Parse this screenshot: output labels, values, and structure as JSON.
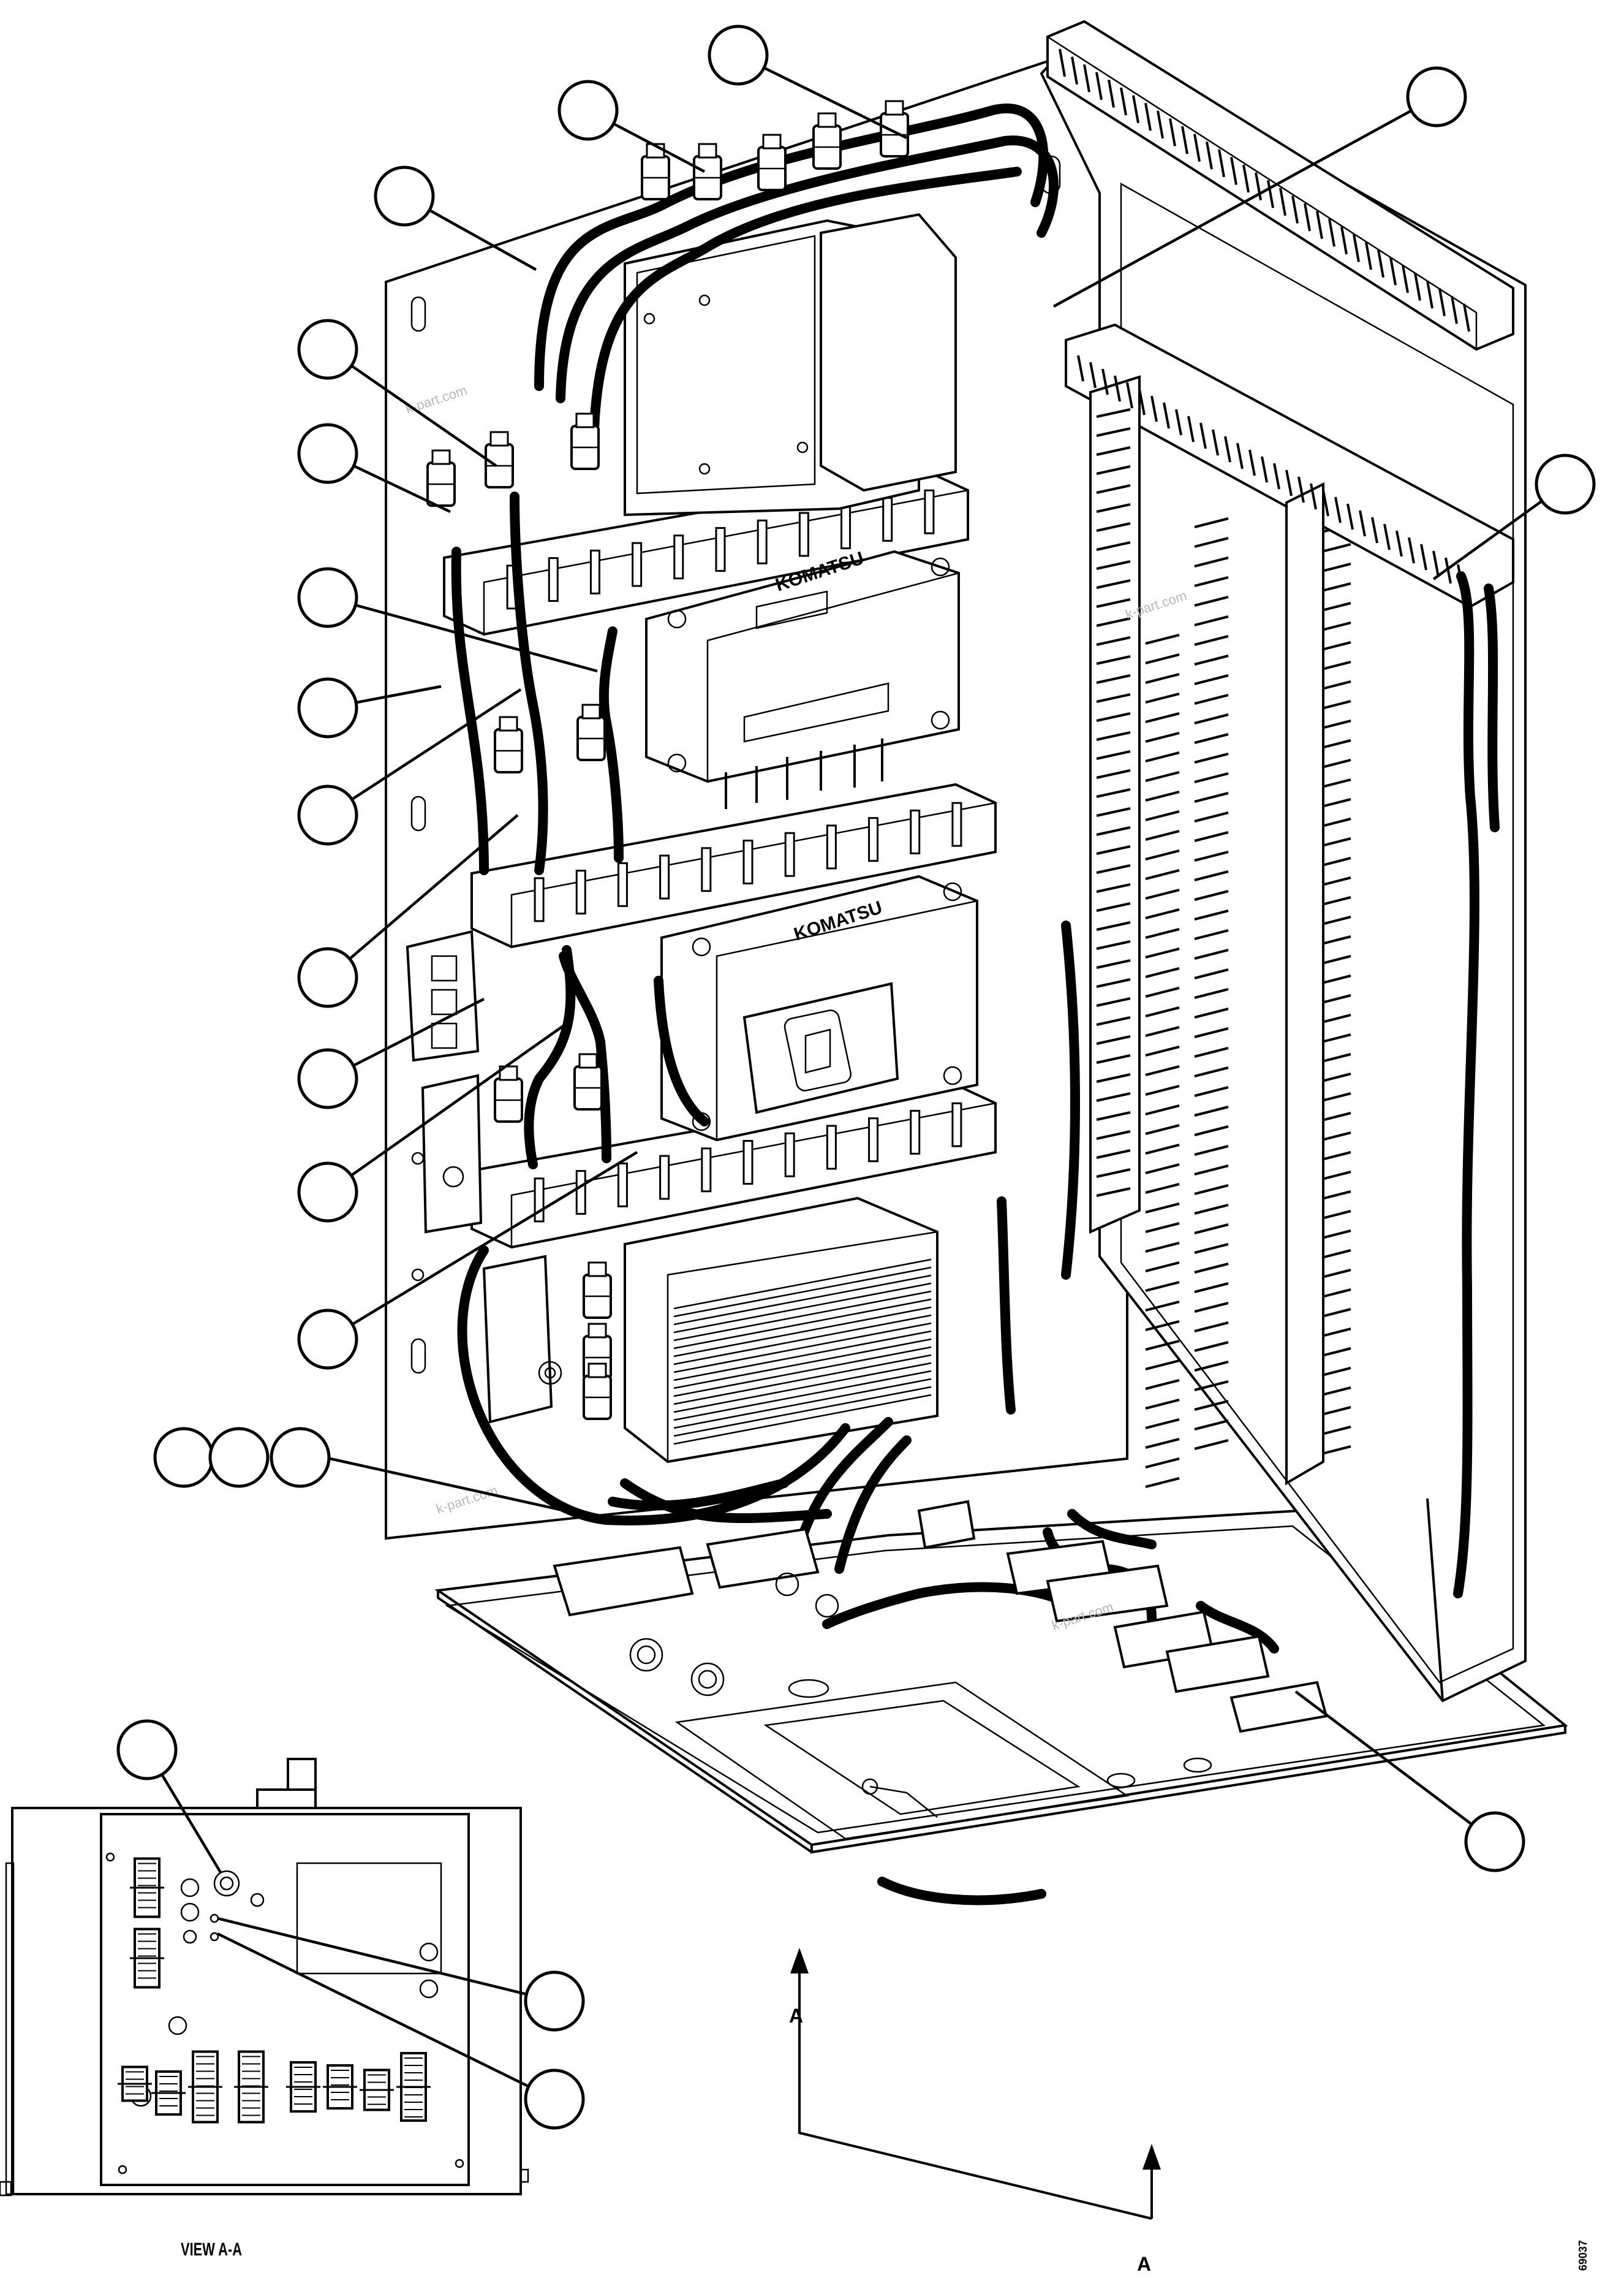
{
  "view_labels": {
    "section_marker_upper": "A",
    "section_marker_lower": "A",
    "view_title": "VIEW A-A",
    "drawing_number": "69037"
  },
  "brand_marks": [
    "KOMATSU",
    "KOMATSU"
  ],
  "watermarks": [
    "k-part.com",
    "k-part.com",
    "k-part.com",
    "k-part.com"
  ],
  "callouts": [
    {
      "id": "c01",
      "label": ""
    },
    {
      "id": "c02",
      "label": ""
    },
    {
      "id": "c03",
      "label": ""
    },
    {
      "id": "c04",
      "label": ""
    },
    {
      "id": "c05",
      "label": ""
    },
    {
      "id": "c06",
      "label": ""
    },
    {
      "id": "c07",
      "label": ""
    },
    {
      "id": "c08",
      "label": ""
    },
    {
      "id": "c09",
      "label": ""
    },
    {
      "id": "c10",
      "label": ""
    },
    {
      "id": "c11",
      "label": ""
    },
    {
      "id": "c12",
      "label": ""
    },
    {
      "id": "c13",
      "label": ""
    },
    {
      "id": "c14",
      "label": ""
    },
    {
      "id": "c15",
      "label": ""
    },
    {
      "id": "c16",
      "label": ""
    },
    {
      "id": "c17",
      "label": ""
    },
    {
      "id": "c18",
      "label": ""
    },
    {
      "id": "c19",
      "label": ""
    },
    {
      "id": "c20",
      "label": ""
    },
    {
      "id": "c21",
      "label": ""
    },
    {
      "id": "c22",
      "label": ""
    },
    {
      "id": "c23",
      "label": ""
    },
    {
      "id": "c24",
      "label": ""
    }
  ]
}
